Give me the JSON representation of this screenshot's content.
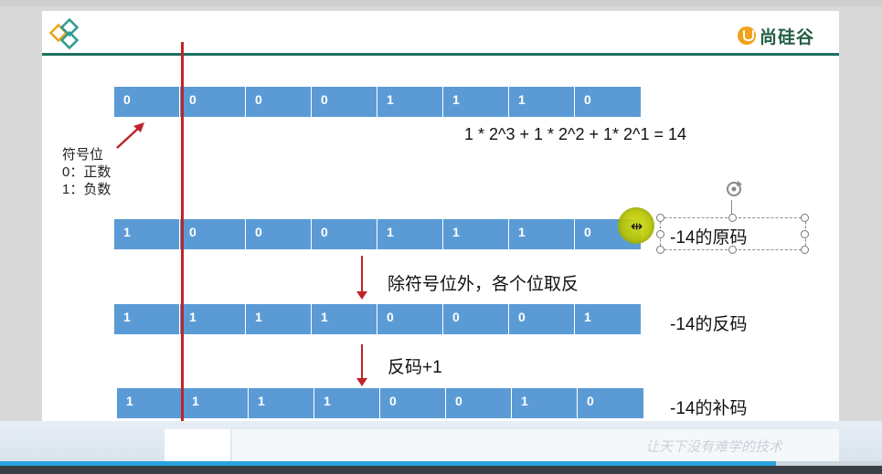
{
  "brand": {
    "name": "尚硅谷",
    "icon": "silicon-valley-logo-icon"
  },
  "formula": "1 * 2^3 + 1 * 2^2 + 1* 2^1 = 14",
  "sign_note": {
    "title": "符号位",
    "line1": "0：正数",
    "line2": "1：负数"
  },
  "rows": [
    {
      "bits": [
        "0",
        "0",
        "0",
        "0",
        "1",
        "1",
        "1",
        "0"
      ]
    },
    {
      "bits": [
        "1",
        "0",
        "0",
        "0",
        "1",
        "1",
        "1",
        "0"
      ],
      "label": "-14的原码"
    },
    {
      "bits": [
        "1",
        "1",
        "1",
        "1",
        "0",
        "0",
        "0",
        "1"
      ],
      "label": "-14的反码"
    },
    {
      "bits": [
        "1",
        "1",
        "1",
        "1",
        "0",
        "0",
        "1",
        "0"
      ],
      "label": "-14的补码"
    }
  ],
  "steps": {
    "invert": "除符号位外，各个位取反",
    "plus_one": "反码+1"
  },
  "watermark": "让天下没有难学的技术",
  "video_progress": 0.88,
  "colors": {
    "bit_cell": "#5b9bd5",
    "accent_red": "#c0232a",
    "brand_green": "#235e46"
  }
}
